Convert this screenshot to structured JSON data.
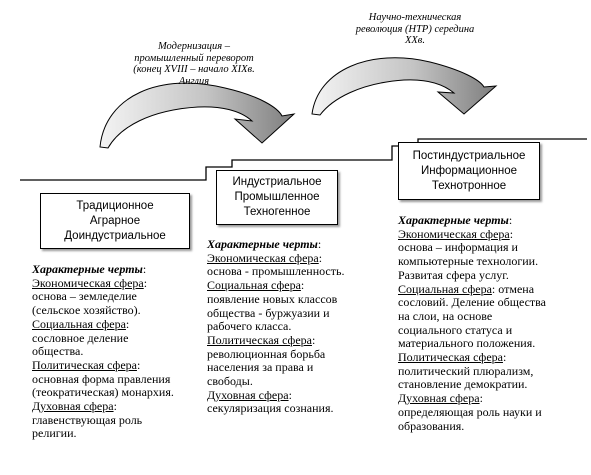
{
  "stages": [
    {
      "lines": [
        "Традиционное",
        "Аграрное",
        "Доиндустриальное"
      ],
      "header": "Характерные черты",
      "spheres": [
        {
          "title": "Экономическая сфера",
          "lines": [
            "основа – земледелие",
            "(сельское хозяйство)."
          ]
        },
        {
          "title": "Социальная сфера",
          "lines": [
            "сословное деление",
            "общества."
          ]
        },
        {
          "title": "Политическая сфера",
          "lines": [
            "основная форма правления",
            "(теократическая) монархия."
          ]
        },
        {
          "title": "Духовная сфера",
          "lines": [
            "главенствующая роль",
            "религии."
          ]
        }
      ]
    },
    {
      "lines": [
        "Индустриальное",
        "Промышленное",
        "Техногенное"
      ],
      "header": "Характерные черты",
      "spheres": [
        {
          "title": "Экономическая сфера",
          "lines": [
            "основа - промышленность."
          ]
        },
        {
          "title": "Социальная сфера",
          "lines": [
            "появление новых классов",
            "общества - буржуазии и",
            "рабочего класса."
          ]
        },
        {
          "title": "Политическая сфера",
          "lines": [
            "революционная борьба",
            "населения за права и",
            "свободы."
          ]
        },
        {
          "title": "Духовная сфера",
          "lines": [
            "секуляризация сознания."
          ]
        }
      ]
    },
    {
      "lines": [
        "Постиндустриальное",
        "Информационное",
        "Технотронное"
      ],
      "header": "Характерные черты",
      "spheres": [
        {
          "title": "Экономическая сфера",
          "lines": [
            "основа – информация и",
            "компьютерные технологии.",
            "Развитая сфера услуг."
          ]
        },
        {
          "title": "Социальная сфера",
          "inline": "отмена",
          "lines": [
            "сословий. Деление общества",
            "на слои, на основе",
            "социального статуса и",
            "материального положения."
          ]
        },
        {
          "title": "Политическая сфера",
          "lines": [
            "политический плюрализм,",
            "становление демократии."
          ]
        },
        {
          "title": "Духовная сфера",
          "lines": [
            "определяющая роль науки и",
            "образования."
          ]
        }
      ]
    }
  ],
  "transitions": [
    {
      "lines": [
        "Модернизация –",
        "промышленный переворот",
        "(конец XVIII – начало XIXв.",
        "Англия"
      ]
    },
    {
      "lines": [
        "Научно-техническая",
        "революция (НТР) середина",
        "XXв."
      ]
    }
  ],
  "colors": {
    "line": "#000000",
    "arrow_light": "#f2f2f2",
    "arrow_dark": "#8a8a8a",
    "shadow": "#9a9a9a"
  }
}
